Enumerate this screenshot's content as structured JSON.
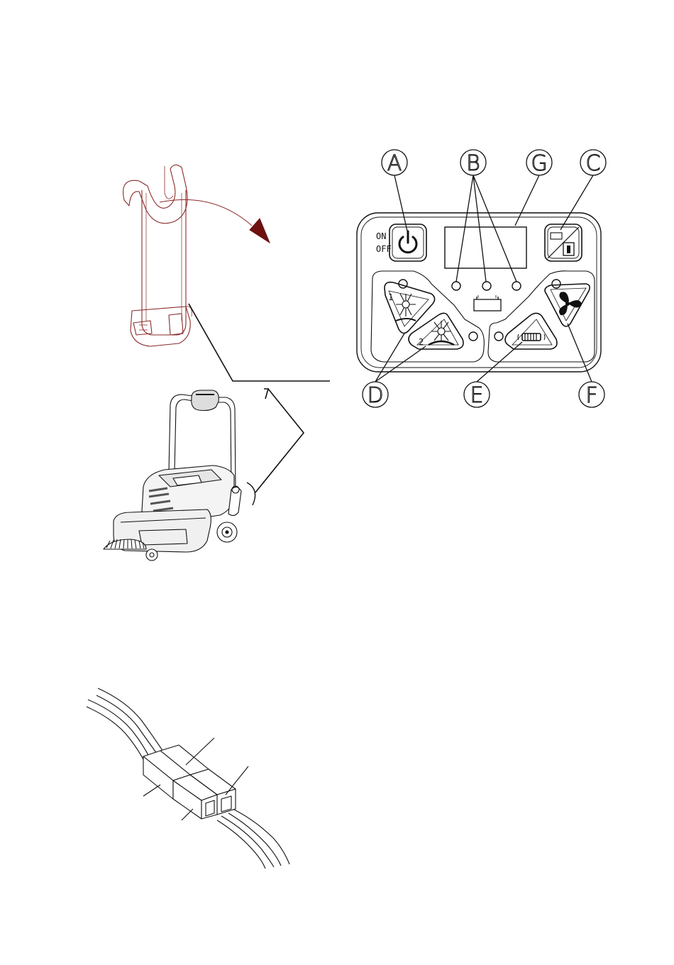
{
  "panel": {
    "on_label": "ON",
    "off_label": "OFF",
    "speed_1_label": "1",
    "speed_2_label": "2"
  },
  "callouts": {
    "A": "A",
    "B": "B",
    "C": "C",
    "D": "D",
    "E": "E",
    "F": "F",
    "G": "G"
  },
  "colors": {
    "line": "#111111",
    "holder_line": "#8a2a2a",
    "arrow": "#6e1010"
  },
  "icons": [
    "power-icon",
    "battery-icon",
    "info-icon",
    "brush-icon",
    "roller-brush-icon",
    "fan-icon"
  ]
}
